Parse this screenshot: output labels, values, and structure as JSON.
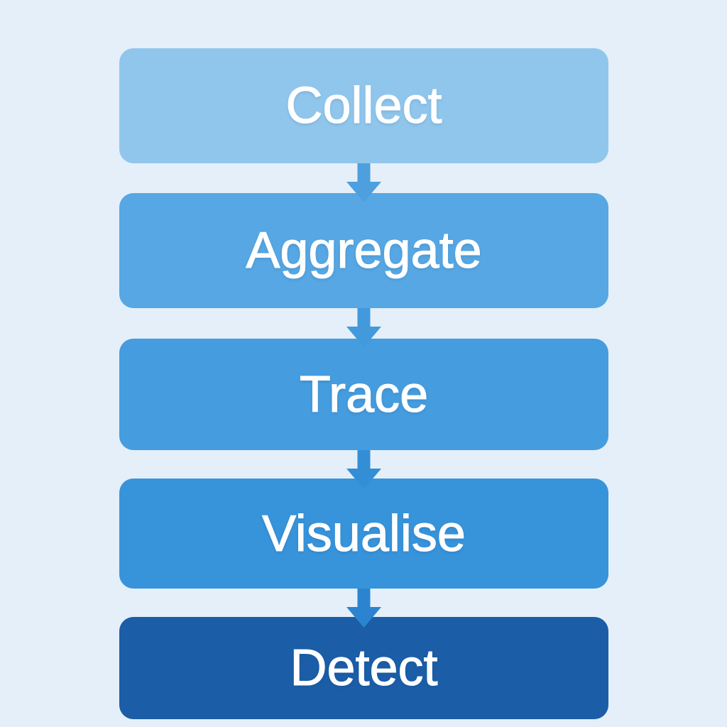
{
  "flow": {
    "background_color": "#E4EFF9",
    "text_color": "#FFFFFF",
    "steps": [
      {
        "label": "Collect",
        "color": "#90C6EC"
      },
      {
        "label": "Aggregate",
        "color": "#56A7E3"
      },
      {
        "label": "Trace",
        "color": "#459CDE"
      },
      {
        "label": "Visualise",
        "color": "#3793DA"
      },
      {
        "label": "Detect",
        "color": "#1B5DA7"
      }
    ],
    "arrows": [
      {
        "name": "collect-to-aggregate",
        "color": "#4E9FDE"
      },
      {
        "name": "aggregate-to-trace",
        "color": "#4299DC"
      },
      {
        "name": "trace-to-visualise",
        "color": "#338ED6"
      },
      {
        "name": "visualise-to-detect",
        "color": "#2C84D0"
      }
    ]
  }
}
